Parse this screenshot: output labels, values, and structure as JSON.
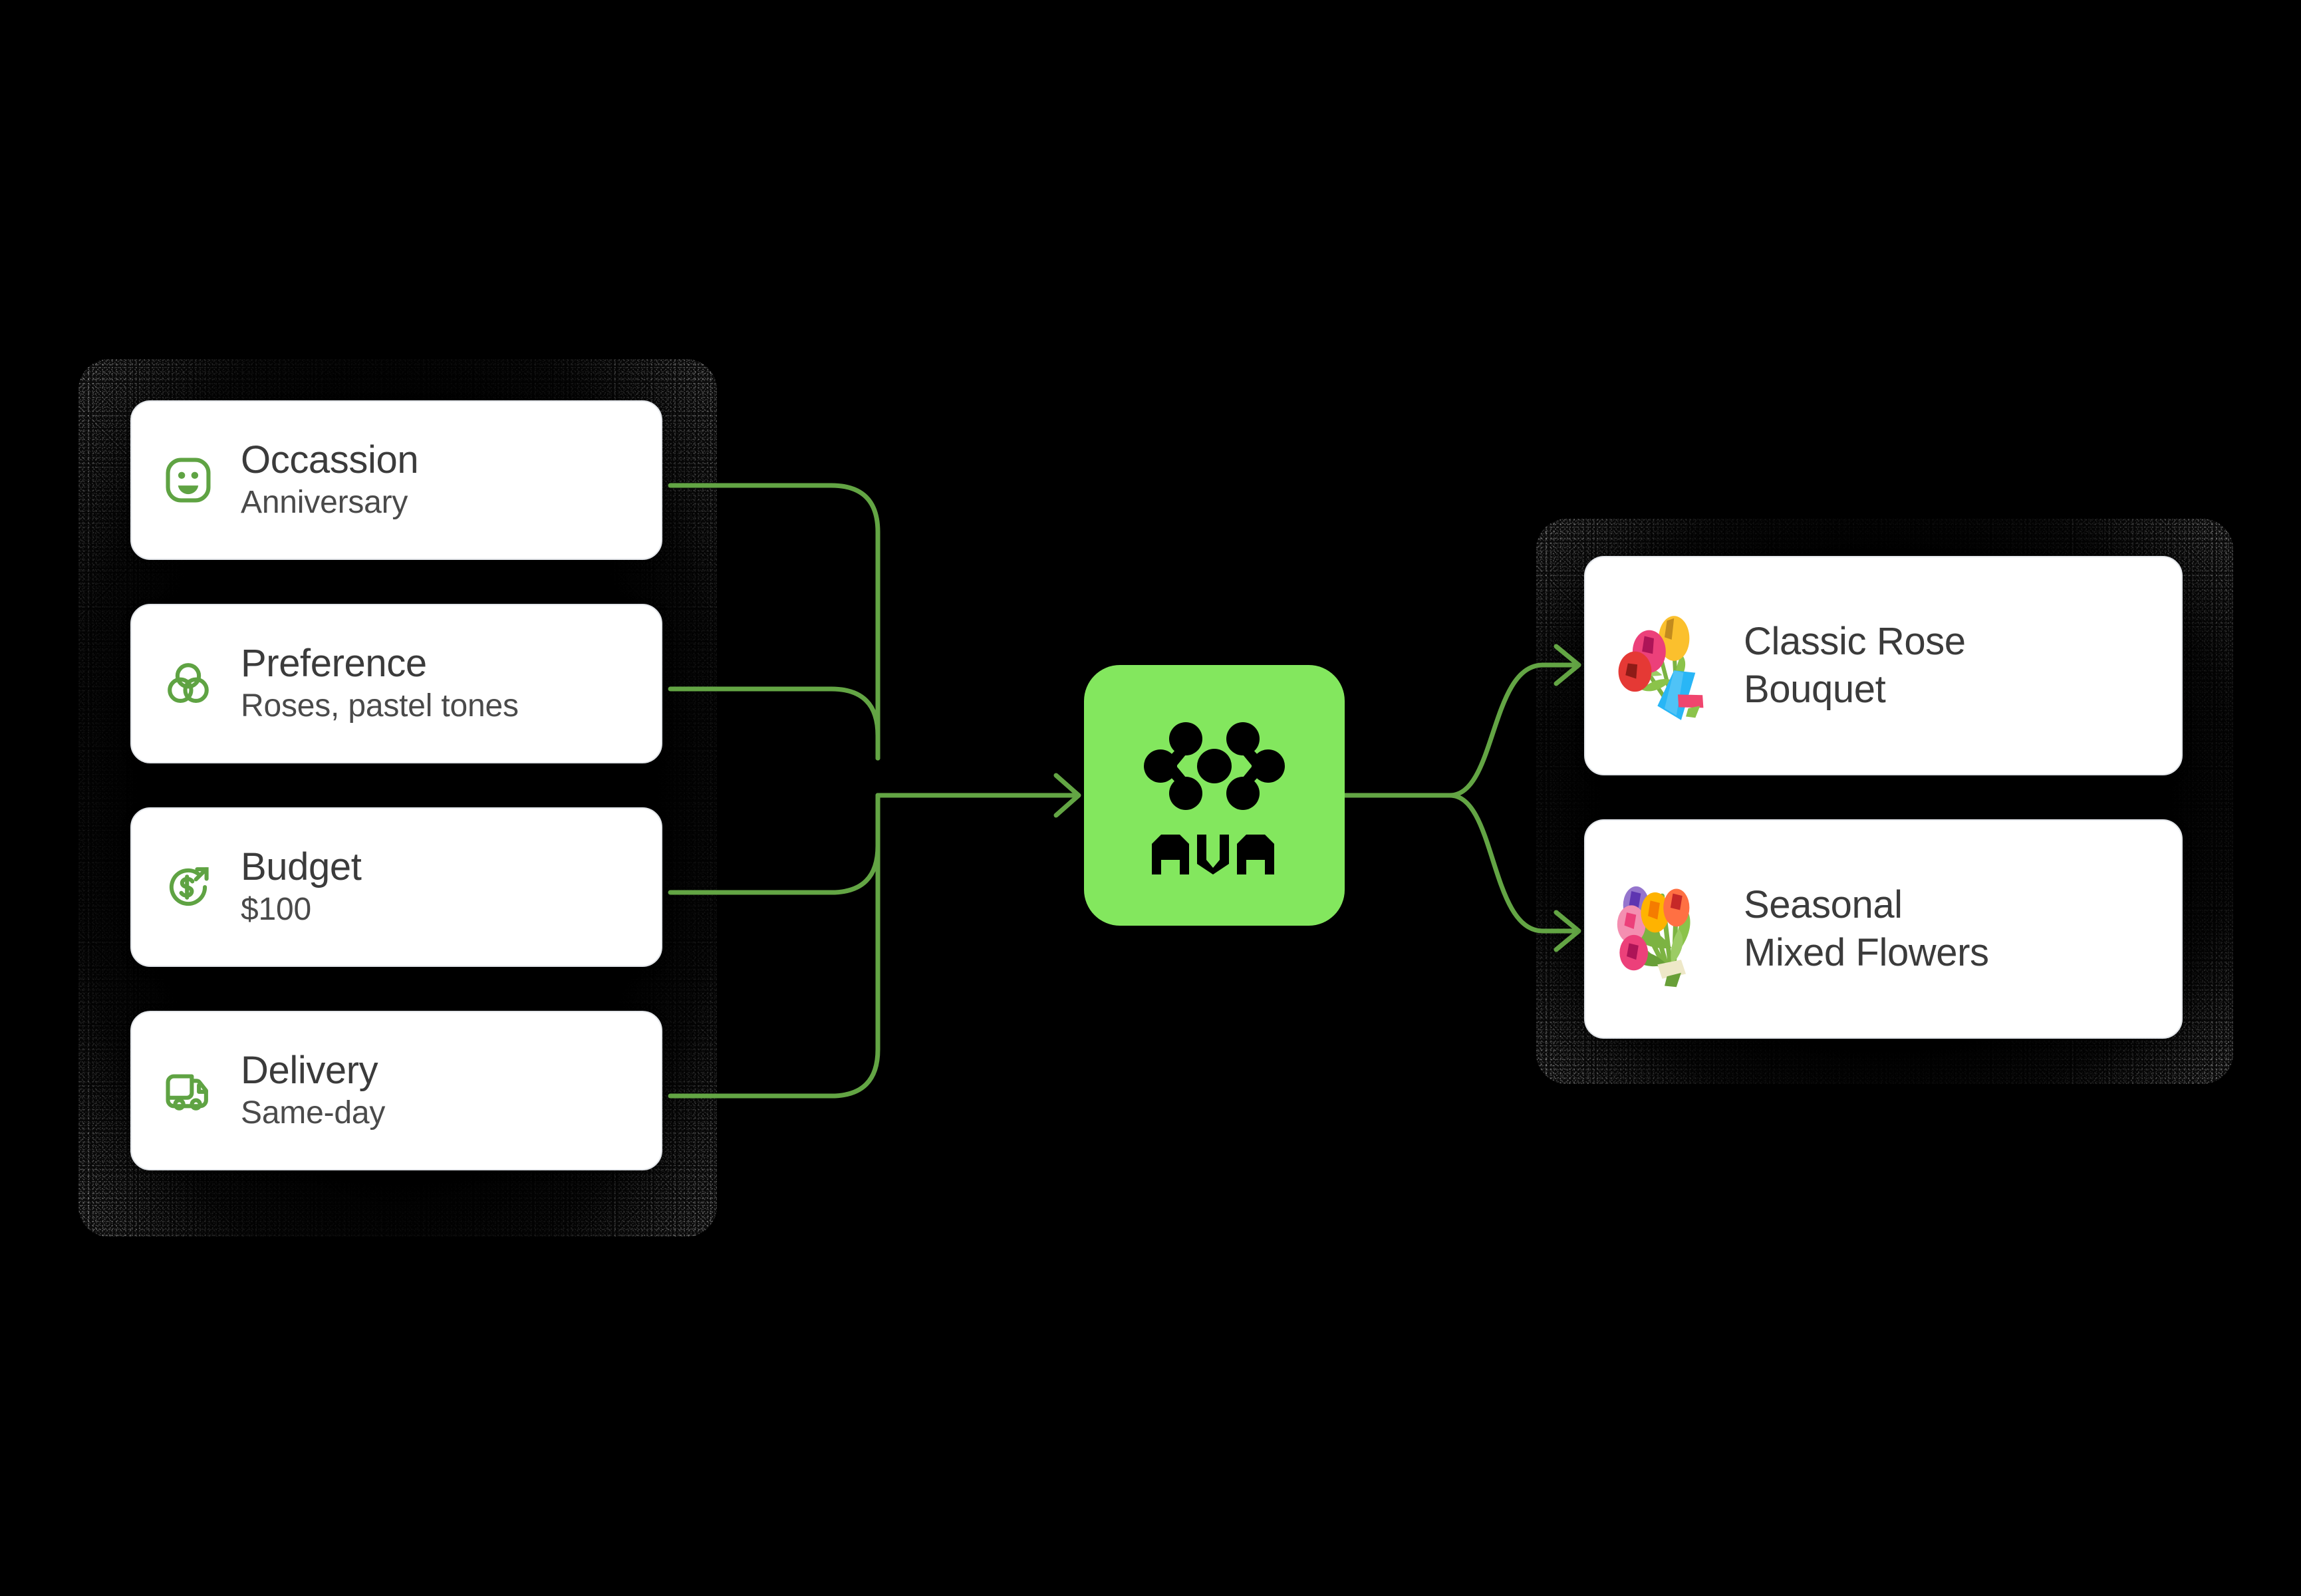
{
  "theme": {
    "background": "#000000",
    "accent_green": "#83E75E",
    "wire_green": "#63A544",
    "icon_green": "#5FA343",
    "card_background": "#FFFFFF",
    "text_color": "#3B3B3B"
  },
  "input_panel": {
    "name": "inputs",
    "cards": [
      {
        "icon": "smiley-face-icon",
        "title": "Occassion",
        "value": "Anniversary"
      },
      {
        "icon": "three-circles-icon",
        "title": "Preference",
        "value": "Roses, pastel tones"
      },
      {
        "icon": "dollar-growth-icon",
        "title": "Budget",
        "value": "$100"
      },
      {
        "icon": "delivery-truck-icon",
        "title": "Delivery",
        "value": "Same-day"
      }
    ]
  },
  "agent_node": {
    "name": "ava-agent",
    "logo_glyph": "ava-molecule-icon",
    "wordmark": "AVA",
    "color": "#83E75E"
  },
  "output_panel": {
    "name": "outputs",
    "cards": [
      {
        "icon": "bouquet-emoji",
        "title": "Classic Rose Bouquet",
        "line1": "Classic Rose",
        "line2": "Bouquet"
      },
      {
        "icon": "tulips-emoji",
        "title": "Seasonal Mixed Flowers",
        "line1": "Seasonal",
        "line2": "Mixed Flowers"
      }
    ]
  },
  "connections": {
    "inbound_count": 4,
    "outbound_count": 2,
    "stroke_color": "#63A544",
    "stroke_width": 7
  }
}
